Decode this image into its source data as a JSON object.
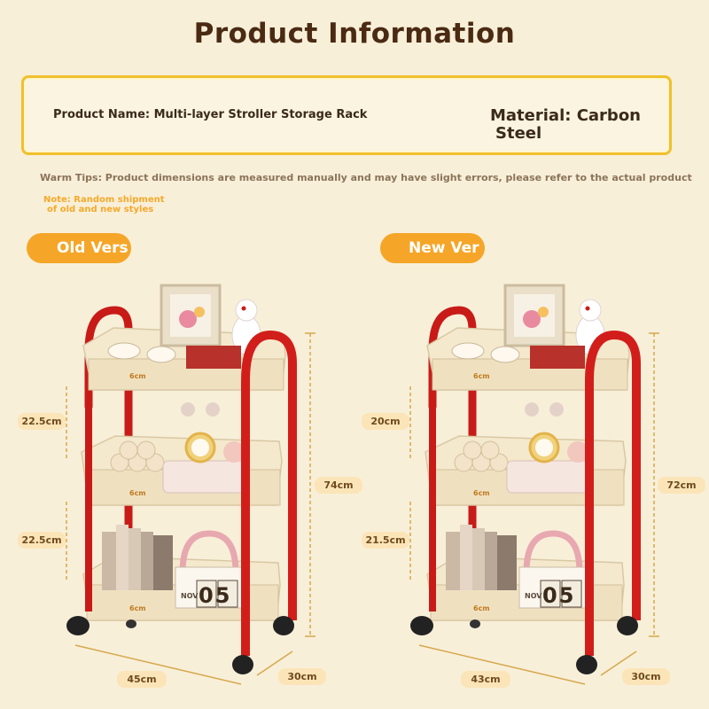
{
  "header": {
    "title": "Product Information",
    "product_name": "Product Name: Multi-layer Stroller Storage Rack",
    "material_line1": "Material: Carbon",
    "material_line2": "Steel",
    "warm_tips": "Warm Tips: Product dimensions are measured manually and may have slight errors, please refer to the actual product",
    "note_line1": "Note: Random shipment",
    "note_line2": "of old and new styles"
  },
  "colors": {
    "background": "#f8efd9",
    "accent_orange": "#f5a628",
    "frame_red": "#d21e1a",
    "basket_cream": "#f4e9cd",
    "box_border": "#f0c02c"
  },
  "old_version": {
    "label": "Old Vers",
    "height_total": "74cm",
    "gap_top": "22.5cm",
    "gap_bottom": "22.5cm",
    "width": "45cm",
    "depth": "30cm",
    "basket_depth_top": "6cm",
    "basket_depth_mid": "6cm",
    "basket_depth_bottom": "6cm"
  },
  "new_version": {
    "label": "New Ver",
    "height_total": "72cm",
    "gap_top": "20cm",
    "gap_bottom": "21.5cm",
    "width": "43cm",
    "depth": "30cm",
    "basket_depth_top": "6cm",
    "basket_depth_mid": "6cm",
    "basket_depth_bottom": "6cm"
  },
  "props": {
    "calendar_month": "NOV",
    "calendar_day": "05"
  }
}
